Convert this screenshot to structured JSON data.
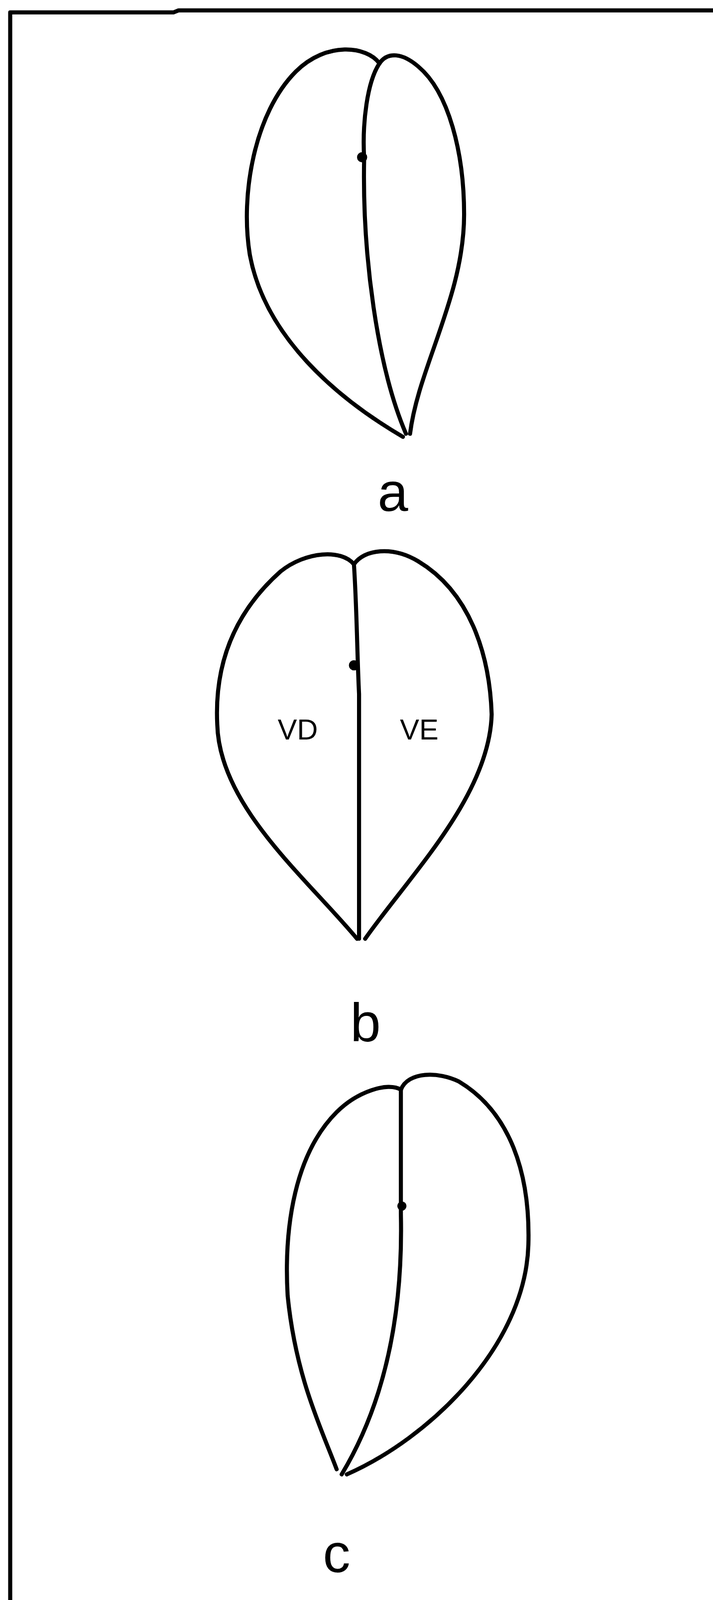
{
  "diagram": {
    "labels": [
      "a",
      "VD",
      "VE",
      "b",
      "c"
    ]
  }
}
